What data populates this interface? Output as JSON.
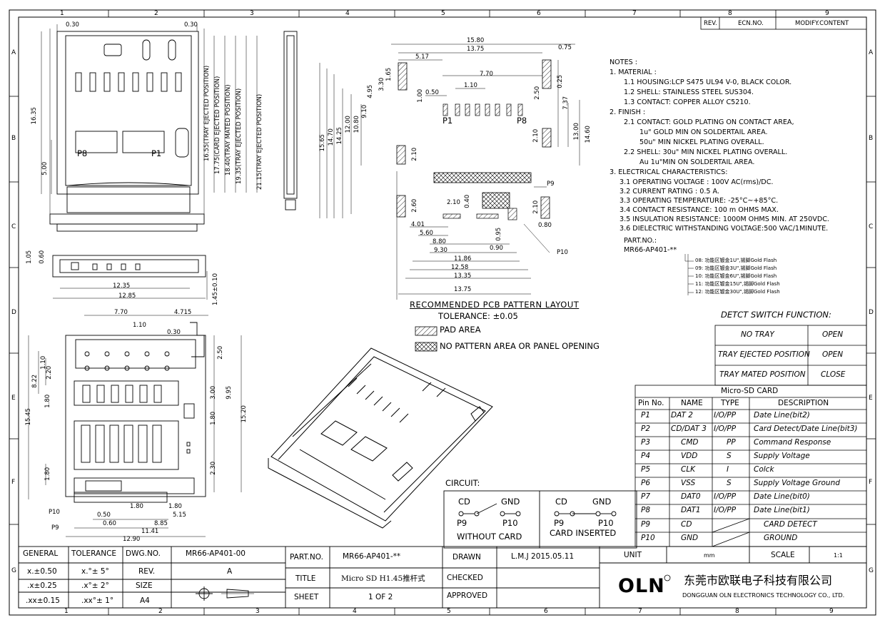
{
  "grid": {
    "cols": [
      "1",
      "2",
      "3",
      "4",
      "5",
      "6",
      "7",
      "8",
      "9"
    ],
    "rows": [
      "A",
      "B",
      "C",
      "D",
      "E",
      "F",
      "G"
    ]
  },
  "revision_header": {
    "rev": "REV.",
    "ecn": "ECN.NO.",
    "content": "MODIFY.CONTENT"
  },
  "notes": {
    "title": "NOTES :",
    "lines": [
      "1. MATERIAL :",
      "1.1 HOUSING:LCP S475 UL94 V-0, BLACK COLOR.",
      "1.2 SHELL: STAINLESS STEEL SUS304.",
      "1.3 CONTACT: COPPER ALLOY C5210.",
      "2. FINISH :",
      "2.1 CONTACT: GOLD PLATING ON CONTACT AREA,",
      "1u\" GOLD MIN ON SOLDERTAIL AREA.",
      "50u\" MIN NICKEL PLATING OVERALL.",
      "2.2 SHELL: 30u\" MIN NICKEL PLATING OVERALL.",
      "Au 1u\"MIN ON SOLDERTAIL AREA.",
      "3. ELECTRICAL CHARACTERISTICS:",
      "3.1 OPERATING VOLTAGE : 100V AC(rms)/DC.",
      "3.2 CURRENT RATING : 0.5 A.",
      "3.3 OPERATING TEMPERATURE: -25°C~+85°C.",
      "3.4 CONTACT RESISTANCE: 100 m OHMS MAX.",
      "3.5 INSULATION RESISTANCE: 1000M OHMS MIN. AT 250VDC.",
      "3.6 DIELECTRIC WITHSTANDING VOLTAGE:500 VAC/1MINUTE."
    ]
  },
  "partno_block": {
    "label": "PART.NO.:",
    "value": "MR66-AP401-**",
    "options": [
      "08: 功能区镀金1U\",锡脚Gold Flash",
      "09: 功能区镀金3U\",锡脚Gold Flash",
      "10: 功能区镀金6U\",锡脚Gold Flash",
      "11: 功能区镀金15U\",锡脚Gold Flash",
      "12: 功能区镀金30U\",锡脚Gold Flash"
    ]
  },
  "detect_switch": {
    "title": "DETCT SWITCH FUNCTION:",
    "rows": [
      [
        "NO TRAY",
        "OPEN"
      ],
      [
        "TRAY EJECTED POSITION",
        "OPEN"
      ],
      [
        "TRAY MATED POSITION",
        "CLOSE"
      ]
    ]
  },
  "pin_table": {
    "title": "Micro-SD CARD",
    "headers": [
      "Pin No.",
      "NAME",
      "TYPE",
      "DESCRIPTION"
    ],
    "rows": [
      [
        "P1",
        "DAT 2",
        "I/O/PP",
        "Date Line(bit2)"
      ],
      [
        "P2",
        "CD/DAT 3",
        "I/O/PP",
        "Card Detect/Date Line(bit3)"
      ],
      [
        "P3",
        "CMD",
        "PP",
        "Command Response"
      ],
      [
        "P4",
        "VDD",
        "S",
        "Supply Voltage"
      ],
      [
        "P5",
        "CLK",
        "I",
        "Colck"
      ],
      [
        "P6",
        "VSS",
        "S",
        "Supply Voltage Ground"
      ],
      [
        "P7",
        "DAT0",
        "I/O/PP",
        "Date Line(bit0)"
      ],
      [
        "P8",
        "DAT1",
        "I/O/PP",
        "Date Line(bit1)"
      ],
      [
        "P9",
        "CD",
        "",
        "CARD DETECT"
      ],
      [
        "P10",
        "GND",
        "",
        "GROUND"
      ]
    ]
  },
  "pcb": {
    "title": "RECOMMENDED PCB PATTERN LAYOUT",
    "tolerance": "TOLERANCE: ±0.05",
    "legend_pad": "PAD AREA",
    "legend_nopattern": "NO PATTERN AREA OR PANEL OPENING",
    "dims_top": [
      "15.80",
      "13.75",
      "0.75",
      "5.17",
      "7.70",
      "1.10",
      "0.50",
      "1.00",
      "0.25",
      "2.50",
      "1.65",
      "3.30",
      "4.95",
      "7.37",
      "13.00",
      "14.60"
    ],
    "dims_left": [
      "15.65",
      "14.70",
      "14.25",
      "12.00",
      "10.80",
      "9.10"
    ],
    "dims_bottom": [
      "2.10",
      "0.40",
      "2.10",
      "2.60",
      "4.01",
      "5.60",
      "0.95",
      "8.80",
      "9.30",
      "11.86",
      "12.58",
      "13.35",
      "13.75",
      "0.90",
      "0.80",
      "2.10",
      "2.10"
    ],
    "p1": "P1",
    "p8": "P8",
    "p9": "P9",
    "p10": "P10"
  },
  "views": {
    "top_labels": [
      "0.30",
      "0.30",
      "16.35",
      "5.00",
      "P8",
      "P1",
      "16.55(TRAY EJECTED POSITION)",
      "17.75(CARD EJECTED POSITION)",
      "18.40(TRAY MATED POSITION)",
      "19.35(TRAY EJECTED POSITION)",
      "21.15(TRAY EJECTED POSITION)"
    ],
    "side_labels": [
      "1.05",
      "0.60",
      "12.35",
      "12.85",
      "1.45±0.10"
    ],
    "bottom_labels": [
      "7.70",
      "4.715",
      "1.10",
      "0.30",
      "2.50",
      "3.00",
      "9.95",
      "1.80",
      "15.20",
      "2.30",
      "1.10",
      "2.20",
      "8.22",
      "1.80",
      "15.45",
      "1.80",
      "P10",
      "P9",
      "0.50",
      "0.60",
      "1.80",
      "1.80",
      "5.15",
      "8.85",
      "11.41",
      "12.90"
    ]
  },
  "circuit": {
    "title": "CIRCUIT:",
    "cd": "CD",
    "gnd": "GND",
    "p9": "P9",
    "p10": "P10",
    "without": "WITHOUT CARD",
    "inserted": "CARD INSERTED"
  },
  "title_block": {
    "general": "GENERAL",
    "tolerance": "TOLERANCE",
    "dwg_no_label": "DWG.NO.",
    "dwg_no": "MR66-AP401-00",
    "tol1a": "x.±0.50",
    "tol1b": "x.°± 5°",
    "tol2a": ".x±0.25",
    "tol2b": ".x°± 2°",
    "tol3a": ".xx±0.15",
    "tol3b": ".xx°± 1°",
    "rev_label": "REV.",
    "rev": "A",
    "size_label": "SIZE",
    "size": "A4",
    "partno_label": "PART.NO.",
    "partno": "MR66-AP401-**",
    "title_label": "TITLE",
    "title": "Micro SD H1.45推杆式",
    "sheet_label": "SHEET",
    "sheet": "1  OF  2",
    "drawn_label": "DRAWN",
    "drawn": "L.M.J  2015.05.11",
    "checked_label": "CHECKED",
    "approved_label": "APPROVED",
    "unit_label": "UNIT",
    "unit": "mm",
    "scale_label": "SCALE",
    "scale": "1:1",
    "logo": "OLN",
    "company_cn": "东莞市欧联电子科技有限公司",
    "company_en": "DONGGUAN  OLN  ELECTRONICS  TECHNOLOGY  CO.,  LTD."
  }
}
